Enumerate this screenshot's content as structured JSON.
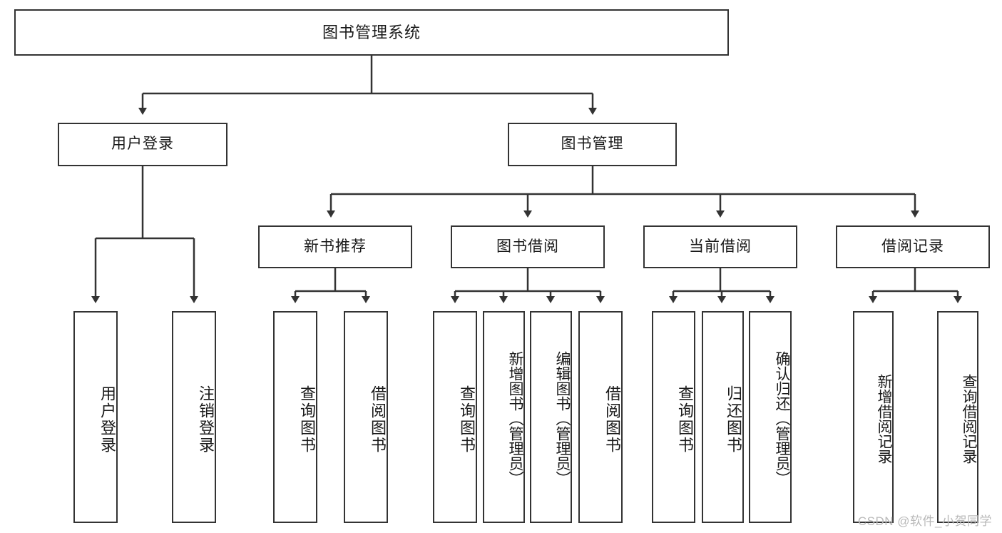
{
  "diagram": {
    "title": "图书管理系统",
    "type": "tree-diagram",
    "root": {
      "label": "图书管理系统"
    },
    "level1": [
      {
        "label": "用户登录"
      },
      {
        "label": "图书管理"
      }
    ],
    "level2": [
      {
        "label": "新书推荐"
      },
      {
        "label": "图书借阅"
      },
      {
        "label": "当前借阅"
      },
      {
        "label": "借阅记录"
      }
    ],
    "leaves": {
      "user_login": [
        {
          "label": "用户登录"
        },
        {
          "label": "注销登录"
        }
      ],
      "new_book": [
        {
          "label": "查询图书"
        },
        {
          "label": "借阅图书"
        }
      ],
      "book_borrow": [
        {
          "label": "查询图书"
        },
        {
          "label": "新增图书（管理员）"
        },
        {
          "label": "编辑图书（管理员）"
        },
        {
          "label": "借阅图书"
        }
      ],
      "current_borrow": [
        {
          "label": "查询图书"
        },
        {
          "label": "归还图书"
        },
        {
          "label": "确认归还（管理员）"
        }
      ],
      "borrow_record": [
        {
          "label": "新增借阅记录"
        },
        {
          "label": "查询借阅记录"
        }
      ]
    }
  },
  "watermark": {
    "text": "CSDN @软件_小贺同学"
  },
  "colors": {
    "stroke": "#333333",
    "fill": "#ffffff",
    "text": "#1a1a1a",
    "watermark": "#b9b9b9"
  }
}
